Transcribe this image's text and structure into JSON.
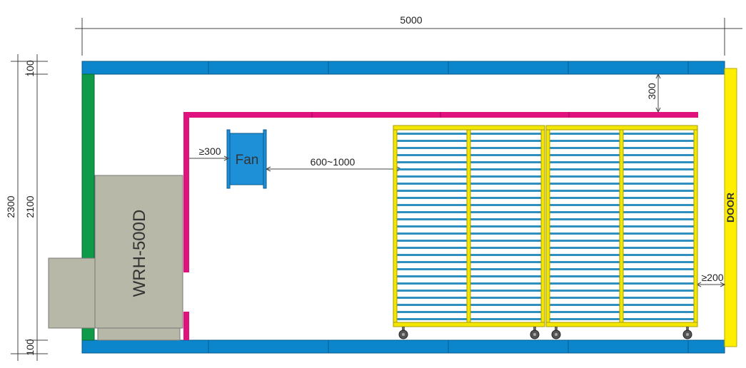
{
  "dimensions": {
    "total_width": "5000",
    "total_height": "2300",
    "inner_height": "2100",
    "wall_top": "100",
    "wall_bottom": "100",
    "ceiling_clearance": "300",
    "fan_clearance": "≥300",
    "fan_to_rack": "600~1000",
    "rack_to_door": "≥200"
  },
  "labels": {
    "fan": "Fan",
    "unit": "WRH-500D",
    "door": "DOOR"
  },
  "colors": {
    "wall": "#0b86cc",
    "left_wall": "#0f9a4a",
    "duct": "#e0137e",
    "door": "#ffee00",
    "unit": "#b8b8a8",
    "rack_frame": "#f3e600",
    "rack_slat": "#2f8fbf",
    "fan": "#1e90d8"
  }
}
